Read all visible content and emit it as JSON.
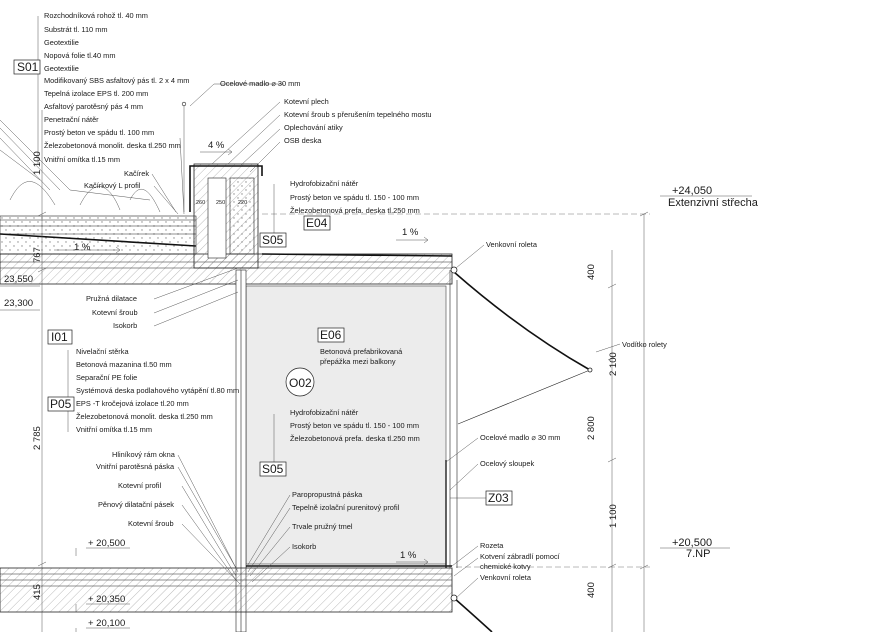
{
  "labels": {
    "s01": "S01",
    "e04": "E04",
    "s05a": "S05",
    "e06": "E06",
    "o02": "O02",
    "i01": "I01",
    "p05": "P05",
    "s05b": "S05",
    "z03": "Z03"
  },
  "roof_layers": [
    "Rozchodníková rohož tl. 40 mm",
    "Substrát tl. 110 mm",
    "Geotextilie",
    "Nopová folie tl.40 mm",
    "Geotextilie",
    "Modifikovaný SBS asfaltový pás  tl. 2 x 4 mm",
    "Tepelná izolace EPS tl. 200 mm",
    "Asfaltový parotěsný pás 4 mm",
    "Penetrační nátěr",
    "Prostý beton ve spádu tl. 100 mm",
    "Železobetonová monolit. deska tl.250 mm",
    "Vnitřní omítka tl.15 mm"
  ],
  "attic_notes": [
    "Ocelové madlo ⌀ 30 mm",
    "Kotevní plech",
    "Kotevní šroub s přerušením tepelného mostu",
    "Oplechování atiky",
    "OSB deska"
  ],
  "kacirek": [
    "Kačírek",
    "Kačírkový L profil"
  ],
  "balcony_upper": [
    "Hydrofobizační nátěr",
    "Prostý beton ve spádu tl. 150 - 100 mm",
    "Železobetonová prefa. deska tl.250 mm"
  ],
  "balcony_lower": [
    "Hydrofobizační nátěr",
    "Prostý beton ve spádu tl. 150 - 100 mm",
    "Železobetonová prefa. deska tl.250 mm"
  ],
  "e06_text": [
    "Betonová prefabrikovaná",
    "přepážka mezi balkony"
  ],
  "dilatation_notes": [
    "Pružná dilatace",
    "Kotevní šroub",
    "Isokorb"
  ],
  "floor_layers": [
    "Nivelační stěrka",
    "Betonová mazanina tl.50 mm",
    "Separační PE folie",
    "Systémová deska podlahového vytápění tl.80 mm",
    "EPS -T kročejová izolace tl.20 mm",
    "Železobetonová monolit. deska tl.250 mm",
    "Vnitřní omítka tl.15 mm"
  ],
  "window_notes": [
    "Hliníkový rám okna",
    "Vnitřní parotěsná páska",
    "Kotevní profil",
    "Pěnový dilatační pásek",
    "Kotevní  šroub"
  ],
  "window_notes_right": [
    "Paropropustná páska",
    "Tepelně izolační purenitový profil",
    "Trvale pružný tmel",
    "Isokorb"
  ],
  "railing_notes": {
    "venkovni_roleta_top": "Venkovní roleta",
    "voditko": "Vodítko rolety",
    "madlo": "Ocelové madlo ⌀ 30 mm",
    "sloupek": "Ocelový sloupek",
    "rozeta": "Rozeta",
    "kotveni": [
      "Kotvení zábradlí pomocí",
      "chemické kotvy"
    ],
    "venkovni_roleta_bottom": "Venkovní roleta"
  },
  "levels": {
    "roof_level": "+24,050",
    "roof_name": "Extenzivní střecha",
    "floor_level": "+20,500",
    "floor_name": "7.NP",
    "l23550": "23,550",
    "l23300": "23,300",
    "l20500": "+ 20,500",
    "l20350": "+ 20,350",
    "l20100": "+ 20,100"
  },
  "slopes": {
    "roof": "4 %",
    "terrace": "1 %",
    "balcony_top": "1 %",
    "balcony_bottom": "1 %"
  },
  "dimensions_left": {
    "d1100": "1 100",
    "d767": "767",
    "d2785": "2 785",
    "d415": "415"
  },
  "dimensions_right": {
    "d400a": "400",
    "d2100": "2 100",
    "d2800": "2 800",
    "d1100": "1 100",
    "d400b": "400"
  },
  "attic_dims": {
    "d260": "260",
    "d250": "250",
    "d220": "220"
  }
}
